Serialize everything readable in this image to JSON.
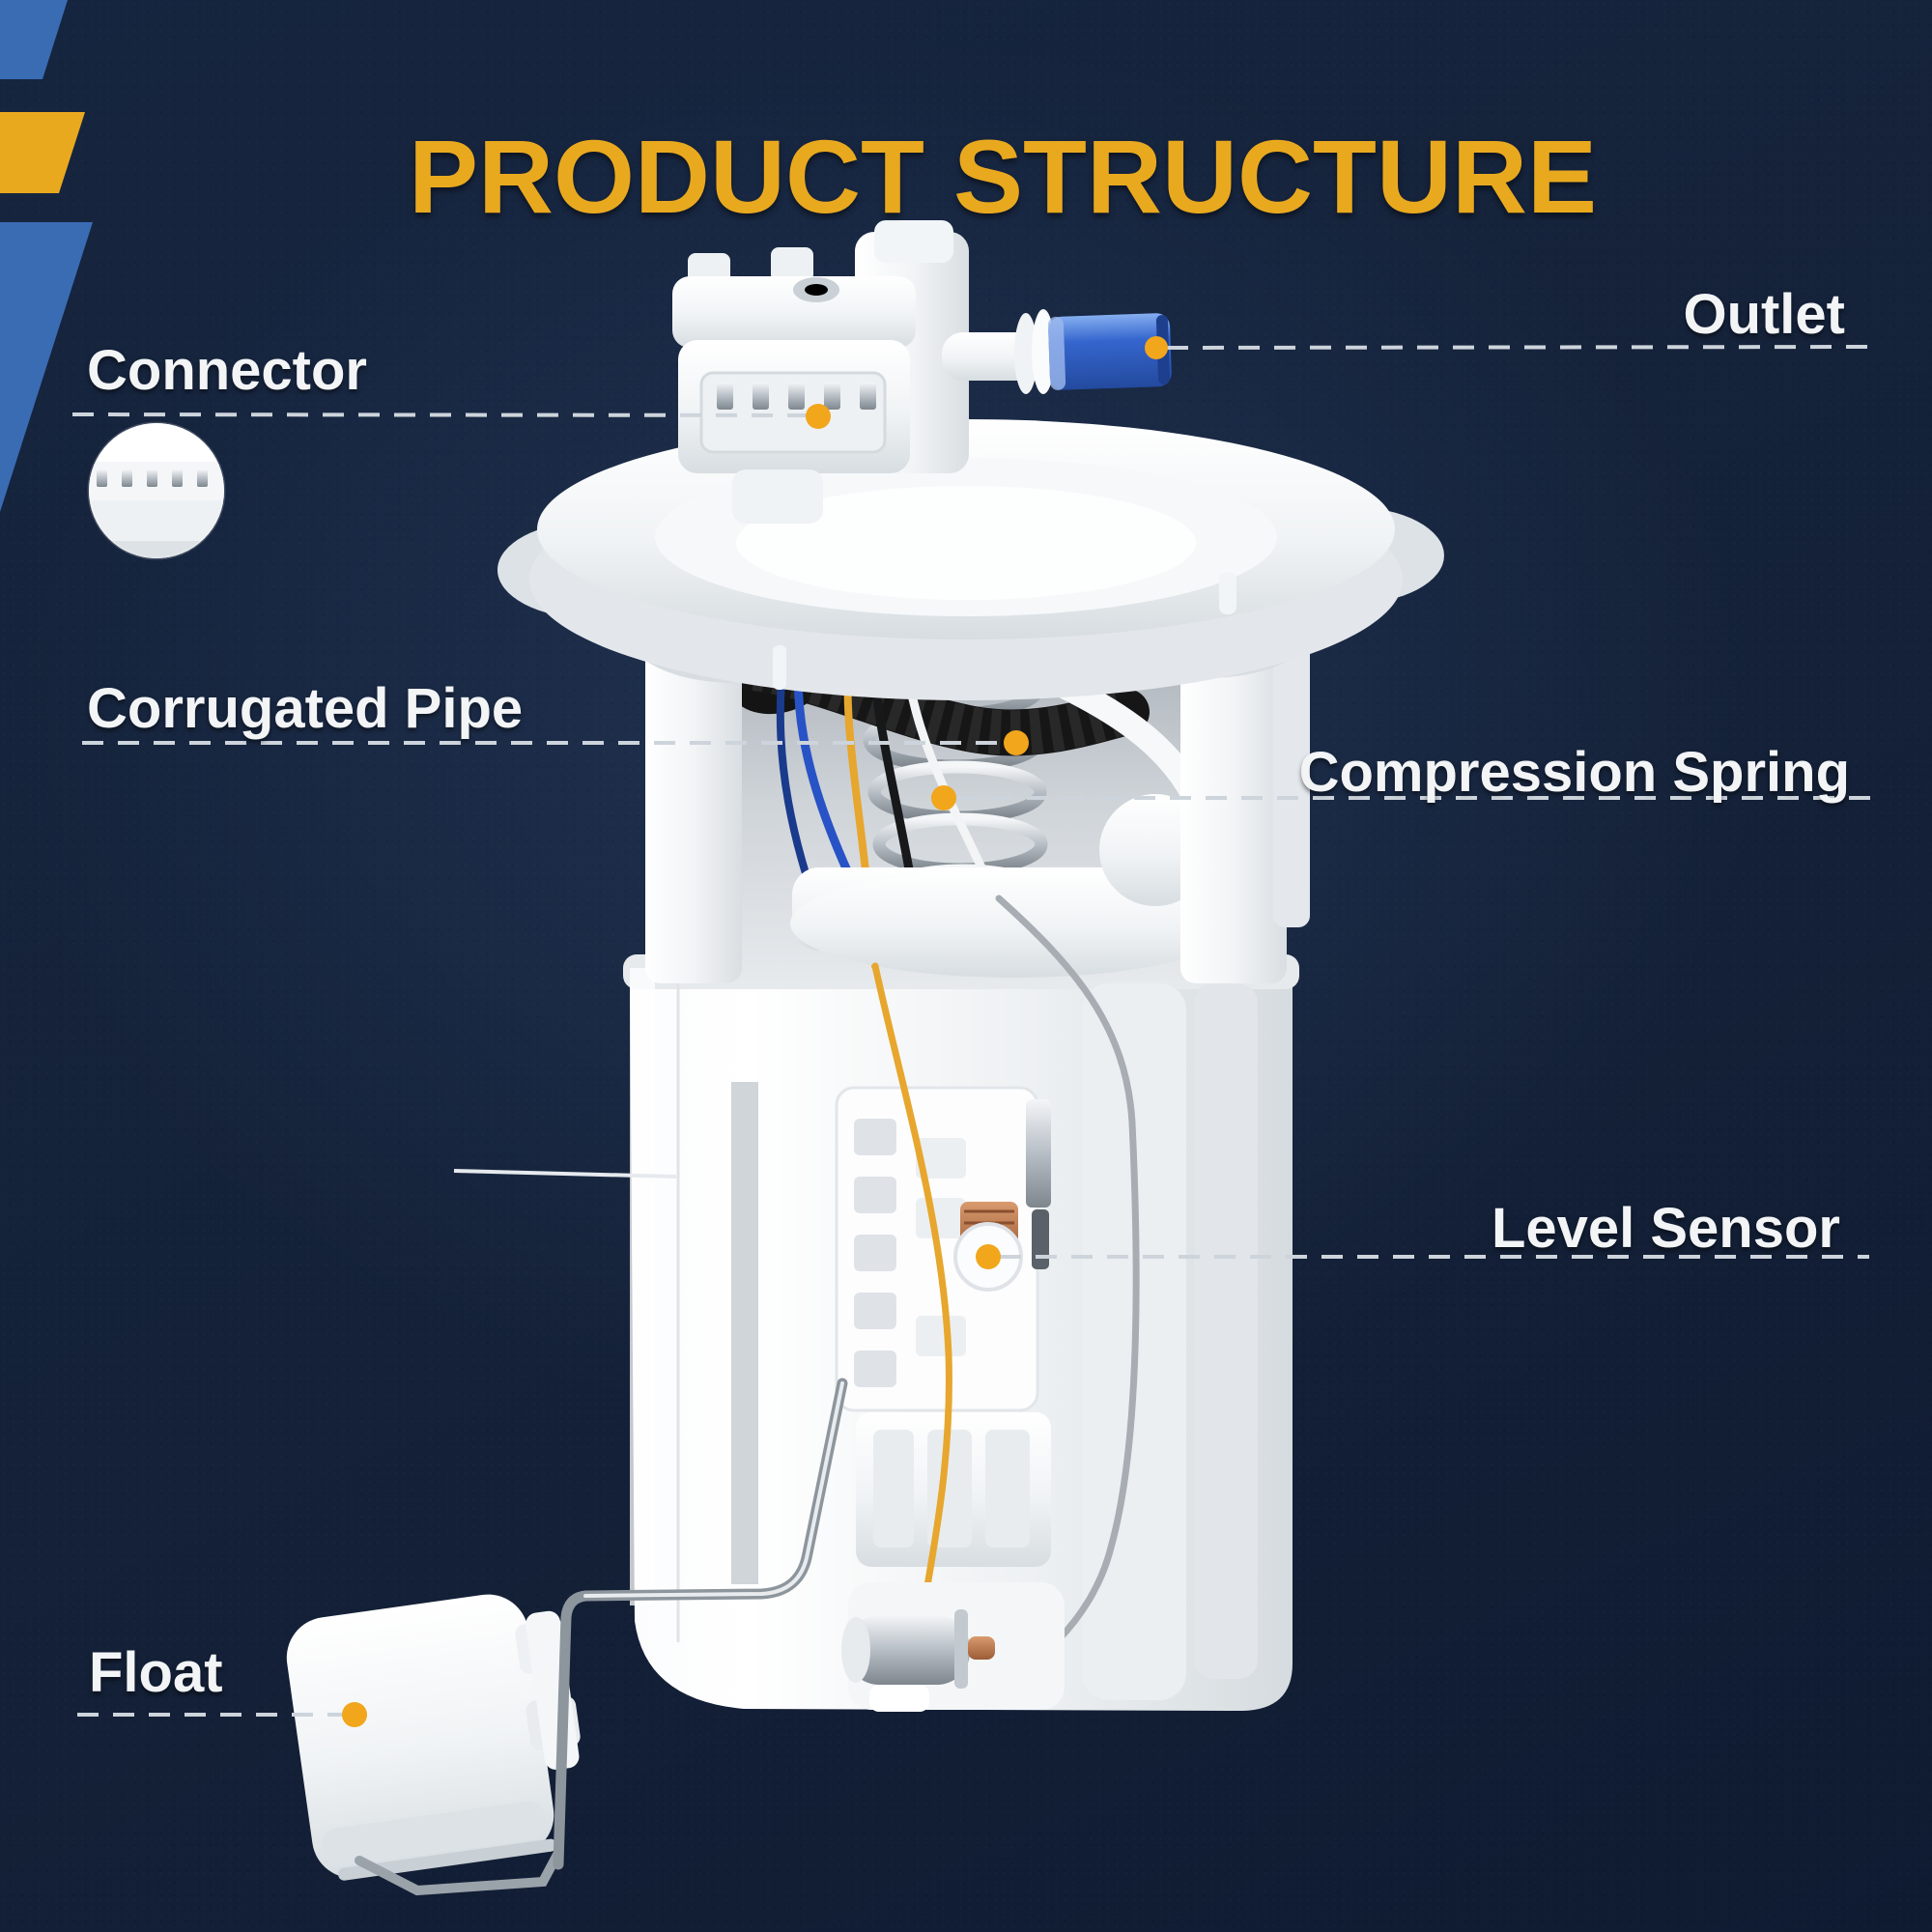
{
  "title": "PRODUCT STRUCTURE",
  "callouts": [
    {
      "id": "connector",
      "label": "Connector",
      "side": "left"
    },
    {
      "id": "outlet",
      "label": "Outlet",
      "side": "right"
    },
    {
      "id": "corrugated_pipe",
      "label": "Corrugated Pipe",
      "side": "left"
    },
    {
      "id": "compression_spring",
      "label": "Compression Spring",
      "side": "right"
    },
    {
      "id": "level_sensor",
      "label": "Level Sensor",
      "side": "right"
    },
    {
      "id": "float",
      "label": "Float",
      "side": "left"
    }
  ],
  "colors": {
    "background_navy": "#16253F",
    "background_deep": "#0F1B31",
    "accent_gold": "#E9A91F",
    "label_white": "#F2F4F6",
    "dash_gray": "#CDD4DB",
    "dot_orange": "#F1A61C",
    "stripe_blue": "#3A6CB4",
    "outlet_blue": "#3566CE"
  }
}
